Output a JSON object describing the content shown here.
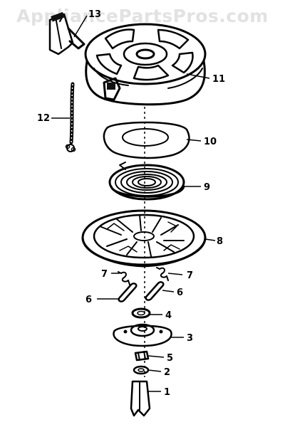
{
  "watermark": "AppliancePartsPros.com",
  "labels": {
    "p1": "1",
    "p2": "2",
    "p3": "3",
    "p4": "4",
    "p5": "5",
    "p6a": "6",
    "p6b": "6",
    "p7a": "7",
    "p7b": "7",
    "p8": "8",
    "p9": "9",
    "p10": "10",
    "p11": "11",
    "p12": "12",
    "p13": "13"
  }
}
